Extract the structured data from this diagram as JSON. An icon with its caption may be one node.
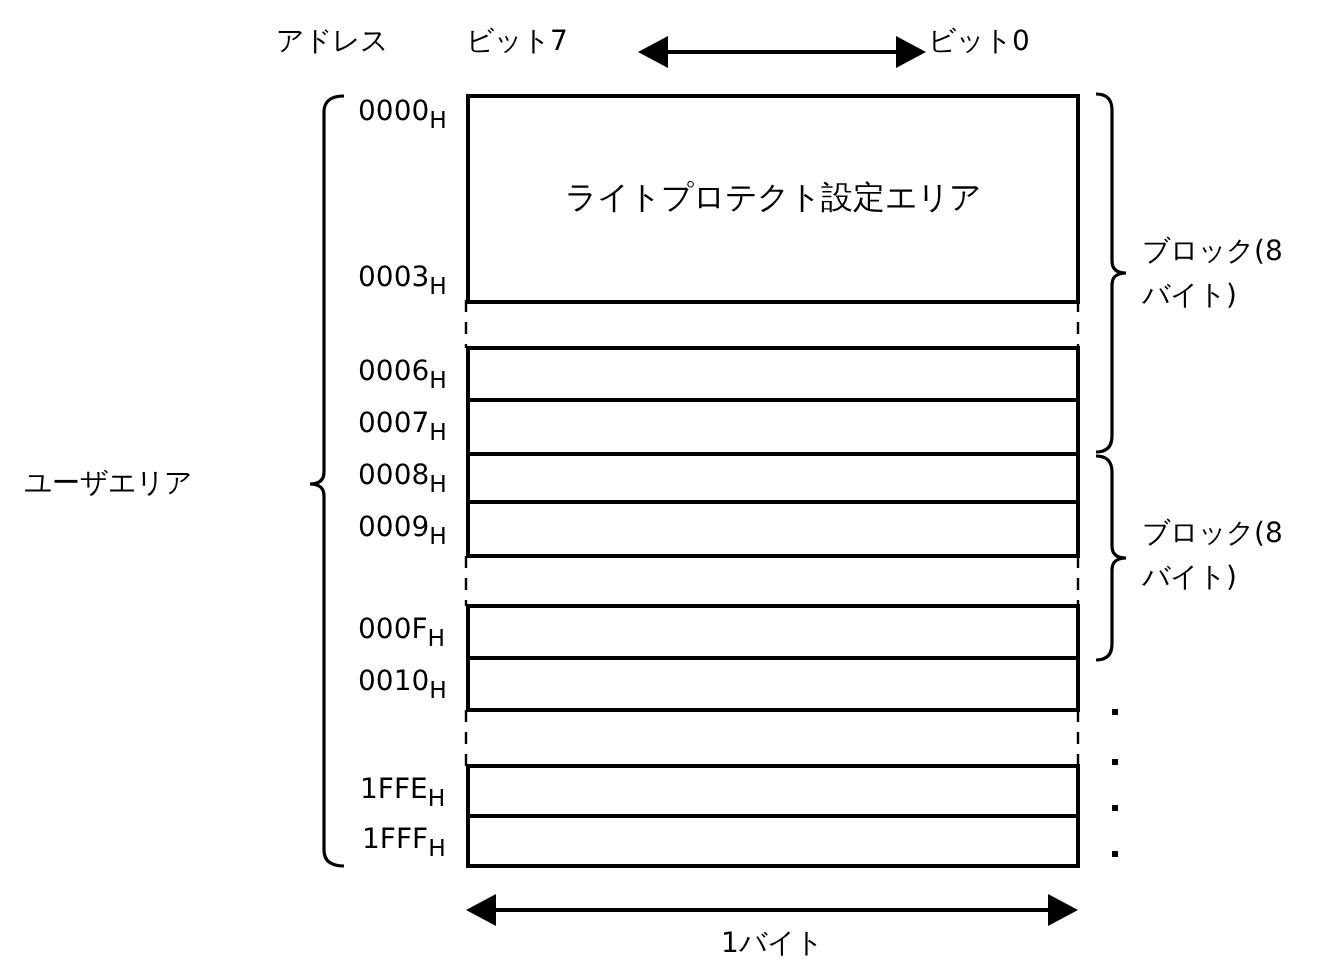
{
  "diagram": {
    "nodes": [
      {
        "text": [
          "ライトプロテクト設定エリア"
        ]
      },
      {
        "text": [],
        "shape": "box"
      },
      {
        "text": [],
        "shape": "box"
      },
      {
        "text": [],
        "shape": "box"
      },
      {
        "text": [],
        "shape": "box"
      },
      {
        "text": [],
        "shape": "box"
      },
      {
        "text": [],
        "shape": "box"
      },
      {
        "text": [],
        "shape": "box"
      },
      {
        "text": [],
        "shape": "box"
      }
    ],
    "labels": [
      "アドレス",
      "ビット7",
      "ビット0",
      "0000$_{H}$",
      "ブロック(8バイト)",
      "0003$_{H}$",
      "0006$_{H}$",
      "0007$_{H}$",
      "ユーザエリア",
      "0008$_{H}$",
      "0009$_{H}$",
      "ブロック(8バイト)",
      "000F$_{H}$",
      "0010$_{H}$",
      "1FFE$_{H}$",
      "1FFF$_{H}$",
      "1バイト"
    ]
  }
}
